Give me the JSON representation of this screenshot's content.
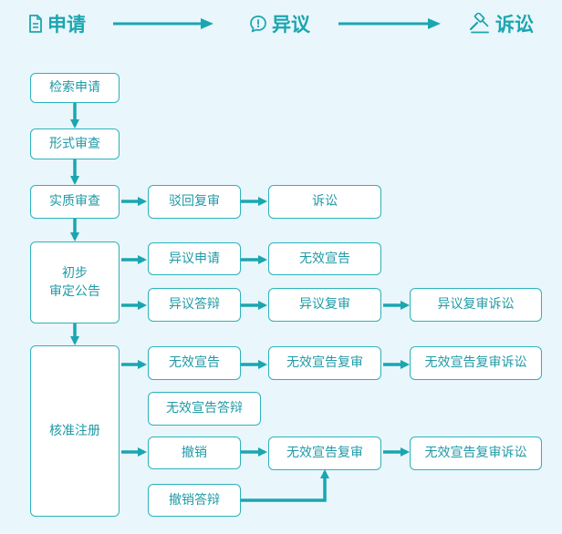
{
  "header": {
    "stage1_label": "申请",
    "stage2_label": "异议",
    "stage3_label": "诉讼",
    "stage1_icon": "document-icon",
    "stage2_icon": "chat-bubble-icon",
    "stage3_icon": "gavel-icon"
  },
  "flow": {
    "search_application": "检索申请",
    "formal_examination": "形式审查",
    "substantive_examination": "实质审查",
    "rejection_review": "驳回复审",
    "litigation": "诉讼",
    "preliminary_publication": "初步\n审定公告",
    "opposition_application": "异议申请",
    "invalidation_declaration_a": "无效宣告",
    "opposition_reply": "异议答辩",
    "opposition_review": "异议复审",
    "opposition_review_litigation": "异议复审诉讼",
    "approved_registration": "核准注册",
    "invalidation_declaration_b": "无效宣告",
    "invalidation_review_a": "无效宣告复审",
    "invalidation_review_litigation_a": "无效宣告复审诉讼",
    "invalidation_reply": "无效宣告答辩",
    "revocation": "撤销",
    "invalidation_review_b": "无效宣告复审",
    "invalidation_review_litigation_b": "无效宣告复审诉讼",
    "revocation_reply": "撤销答辩"
  },
  "colors": {
    "accent": "#1aa6b0",
    "box_border": "#2bb3bd",
    "box_text": "#1f9aa6",
    "background": "#e9f6fb"
  }
}
